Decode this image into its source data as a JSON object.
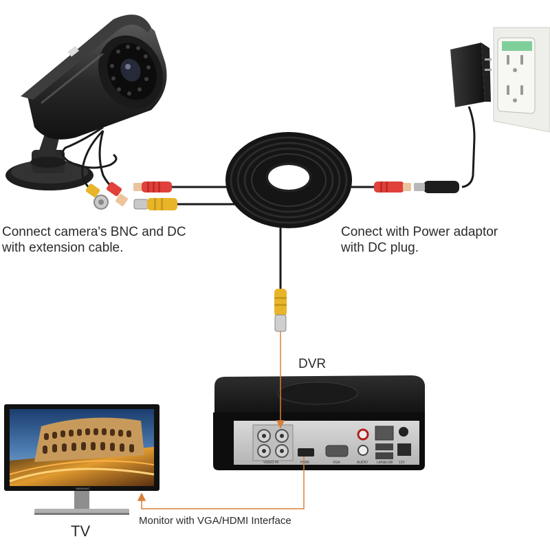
{
  "labels": {
    "camera_line1": "Connect camera's BNC and DC",
    "camera_line2": "with extension cable.",
    "power_line1": "Conect with Power adaptor",
    "power_line2": "with DC plug.",
    "dvr": "DVR",
    "tv": "TV",
    "monitor": "Monitor with VGA/HDMI Interface"
  },
  "dvr_ports": {
    "video_in": "VIDEO IN",
    "hdmi": "HDMI",
    "vga": "VGA",
    "audio": "AUDIO",
    "lan_usb": "LAN&USB",
    "power": "12V"
  },
  "tv_brand": "SAMSUNG",
  "colors": {
    "cable": "#1a1a1a",
    "bnc_connector": "#e8b52a",
    "dc_connector": "#e0413b",
    "connection_arrow": "#d9803a",
    "label_text": "#2b2b2b"
  }
}
